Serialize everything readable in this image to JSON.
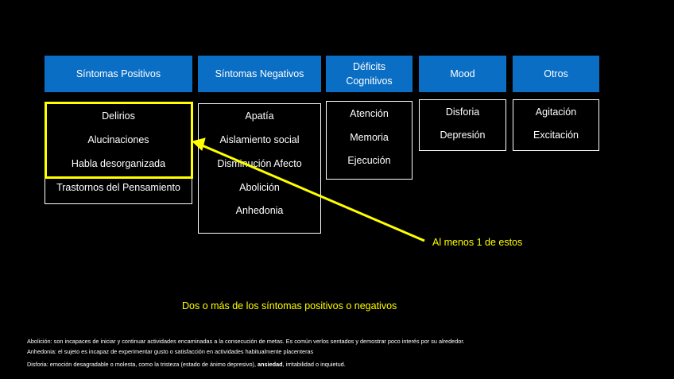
{
  "headers": {
    "positivos": "Síntomas Positivos",
    "negativos": "Síntomas Negativos",
    "cognitivos_line1": "Déficits",
    "cognitivos_line2": "Cognitivos",
    "mood": "Mood",
    "otros": "Otros"
  },
  "positivos_items": [
    "Delirios",
    "Alucinaciones",
    "Habla desorganizada",
    "Trastornos del Pensamiento"
  ],
  "negativos_items": [
    "Apatía",
    "Aislamiento social",
    "Disminución Afecto",
    "Abolición",
    "Anhedonia"
  ],
  "cognitivos_items": [
    "Atención",
    "Memoria",
    "Ejecución"
  ],
  "mood_items": [
    "Disforia",
    "Depresión"
  ],
  "otros_items": [
    "Agitación",
    "Excitación"
  ],
  "annotation_arrow": "Al menos 1 de estos",
  "annotation_bottom": "Dos o más de los síntomas positivos o negativos",
  "footnotes": {
    "abolicion": "Abolición: son incapaces de iniciar y continuar actividades encaminadas a la consecución de metas. Es común verlos sentados y demostrar poco interés por su alrededor.",
    "anhedonia": "Anhedonia: el sujeto es incapaz de experimentar gusto o satisfacción en actividades habitualmente placenteras",
    "disforia_pre": "Disforia: emoción desagradable o molesta, como la tristeza (estado de ánimo depresivo), ",
    "disforia_bold": "ansiedad",
    "disforia_post": ", irritabilidad o inquietud."
  },
  "colors": {
    "header_blue": "#0a6ec4",
    "highlight_yellow": "#ffff00",
    "background": "#000000"
  }
}
